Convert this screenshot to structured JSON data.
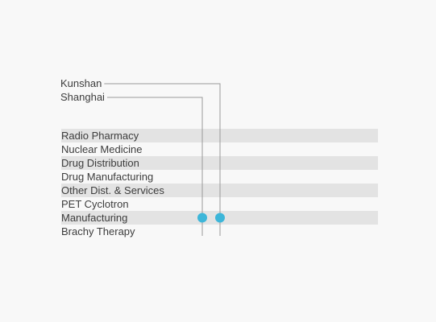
{
  "locations": [
    {
      "name": "Kunshan",
      "categories": [
        "Manufacturing"
      ]
    },
    {
      "name": "Shanghai",
      "categories": [
        "Manufacturing"
      ]
    }
  ],
  "categories": [
    {
      "label": "Radio Pharmacy"
    },
    {
      "label": "Nuclear Medicine"
    },
    {
      "label": "Drug Distribution"
    },
    {
      "label": "Drug Manufacturing"
    },
    {
      "label": "Other Dist. & Services"
    },
    {
      "label": "PET Cyclotron"
    },
    {
      "label": "Manufacturing"
    },
    {
      "label": "Brachy Therapy"
    }
  ],
  "colors": {
    "background": "#f8f8f8",
    "stripe": "#e3e3e3",
    "line": "#9a9a9a",
    "dot": "#3db6d9",
    "text": "#3c3c3c"
  }
}
